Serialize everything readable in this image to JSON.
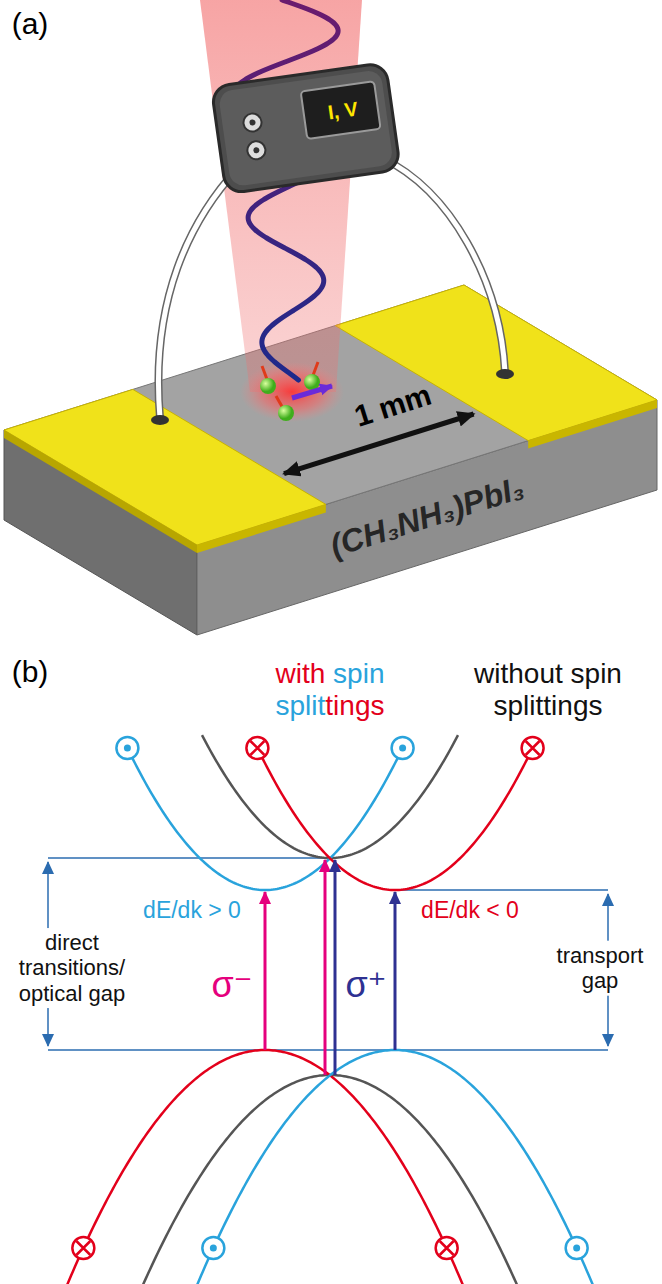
{
  "diagram": {
    "labels": [
      "(a)",
      "I, V",
      "1 mm",
      "(CH₃NH₃)PbI₃",
      "(b)",
      "with spin splittings",
      "without spin splittings",
      "dE/dk > 0",
      "dE/dk < 0",
      "σ⁻",
      "σ⁺",
      "direct transitions/ optical gap",
      "transport gap"
    ]
  }
}
